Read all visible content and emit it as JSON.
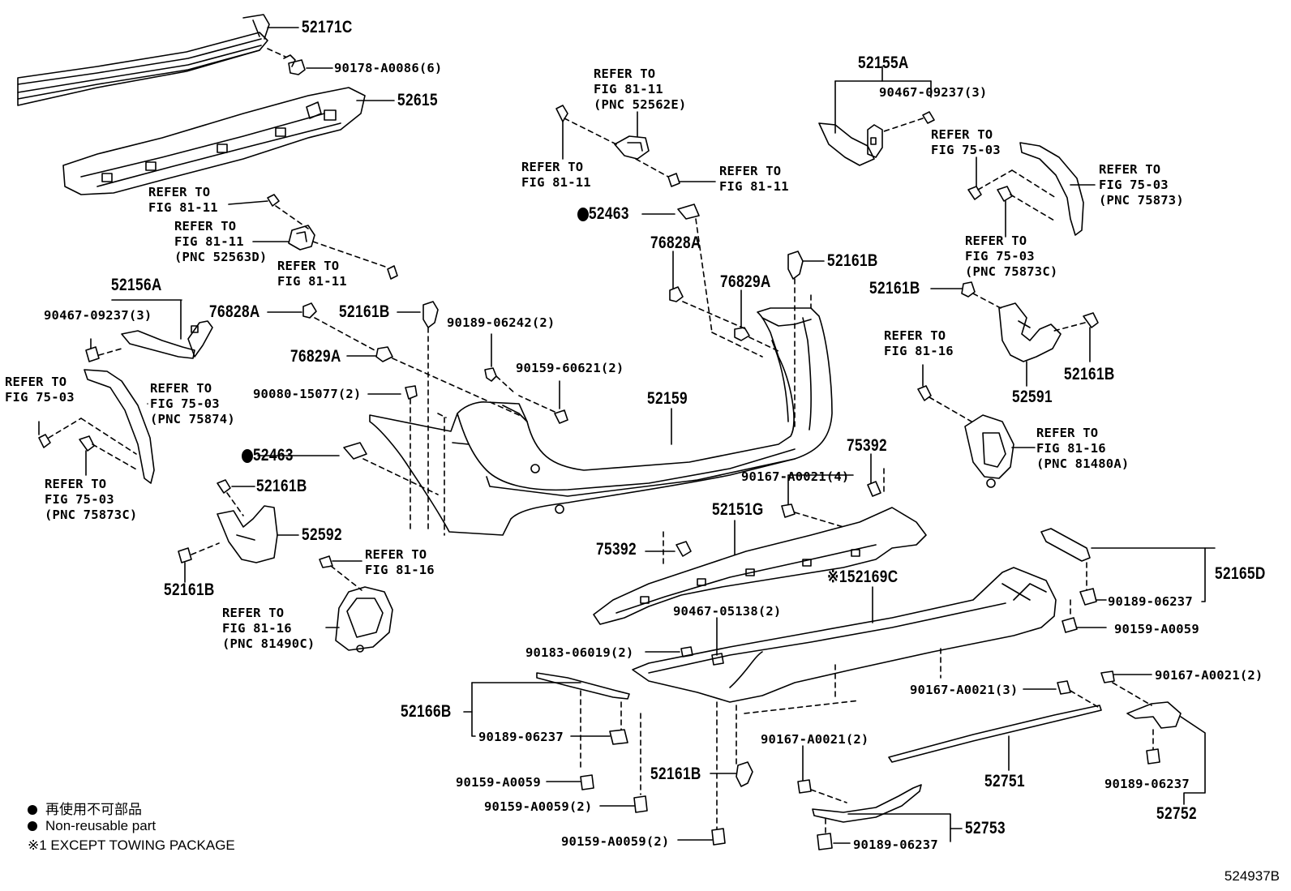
{
  "parts": {
    "p52171C": "52171C",
    "p90178": "90178-A0086(6)",
    "p52615": "52615",
    "ref81_11_a": [
      "REFER TO",
      "FIG 81-11"
    ],
    "ref81_11_b": [
      "REFER TO",
      "FIG 81-11",
      "(PNC 52563D)"
    ],
    "ref81_11_c": [
      "REFER TO",
      "FIG 81-11"
    ],
    "p52156A": "52156A",
    "p90467_a": "90467-09237(3)",
    "p76828A_a": "76828A",
    "p52161B_a": "52161B",
    "p76829A_a": "76829A",
    "ref75_03_a": [
      "REFER TO",
      "FIG 75-03"
    ],
    "ref75_03_b": [
      "REFER TO",
      "FIG 75-03",
      "(PNC 75874)"
    ],
    "p90080": "90080-15077(2)",
    "p52463_a": "52463",
    "ref75_03_c": [
      "REFER TO",
      "FIG 75-03",
      "(PNC 75873C)"
    ],
    "p52161B_b": "52161B",
    "p52592": "52592",
    "p52161B_c": "52161B",
    "ref81_16_a": [
      "REFER TO",
      "FIG 81-16"
    ],
    "ref81_16_b": [
      "REFER TO",
      "FIG 81-16",
      "(PNC 81490C)"
    ],
    "ref81_11_top": [
      "REFER TO",
      "FIG 81-11",
      "(PNC 52562E)"
    ],
    "ref81_11_left": [
      "REFER TO",
      "FIG 81-11"
    ],
    "ref81_11_right": [
      "REFER TO",
      "FIG 81-11"
    ],
    "p52463_b": "52463",
    "p76828A_b": "76828A",
    "p52161B_d": "52161B",
    "p76829A_b": "76829A",
    "p90189_06242": "90189-06242(2)",
    "p90159_60621": "90159-60621(2)",
    "p52159": "52159",
    "p52155A": "52155A",
    "p90467_b": "90467-09237(3)",
    "ref75_03_d": [
      "REFER TO",
      "FIG 75-03"
    ],
    "ref75_03_e": [
      "REFER TO",
      "FIG 75-03",
      "(PNC 75873)"
    ],
    "ref75_03_f": [
      "REFER TO",
      "FIG 75-03",
      "(PNC 75873C)"
    ],
    "p52161B_e": "52161B",
    "ref81_16_c": [
      "REFER TO",
      "FIG 81-16"
    ],
    "p52161B_f": "52161B",
    "p52591": "52591",
    "ref81_16_d": [
      "REFER TO",
      "FIG 81-16",
      "(PNC 81480A)"
    ],
    "p75392_a": "75392",
    "p90167_4": "90167-A0021(4)",
    "p52151G": "52151G",
    "p75392_b": "75392",
    "p52169C": "52169C",
    "p52169C_mark": "※1",
    "p52165D": "52165D",
    "p90189_a": "90189-06237",
    "p90159_a": "90159-A0059",
    "p90467_05138": "90467-05138(2)",
    "p90183": "90183-06019(2)",
    "p90167_2a": "90167-A0021(2)",
    "p90167_3": "90167-A0021(3)",
    "p52166B": "52166B",
    "p90189_b": "90189-06237",
    "p90159_b": "90159-A0059",
    "p90159_c": "90159-A0059(2)",
    "p52161B_g": "52161B",
    "p90159_d": "90159-A0059(2)",
    "p90167_2b": "90167-A0021(2)",
    "p52751": "52751",
    "p90189_c": "90189-06237",
    "p52752": "52752",
    "p52753": "52753",
    "p90189_d": "90189-06237"
  },
  "legend": {
    "line1": "再使用不可部品",
    "line2": "Non-reusable part",
    "line3": "※1 EXCEPT TOWING PACKAGE"
  },
  "drawing_number": "524937B"
}
